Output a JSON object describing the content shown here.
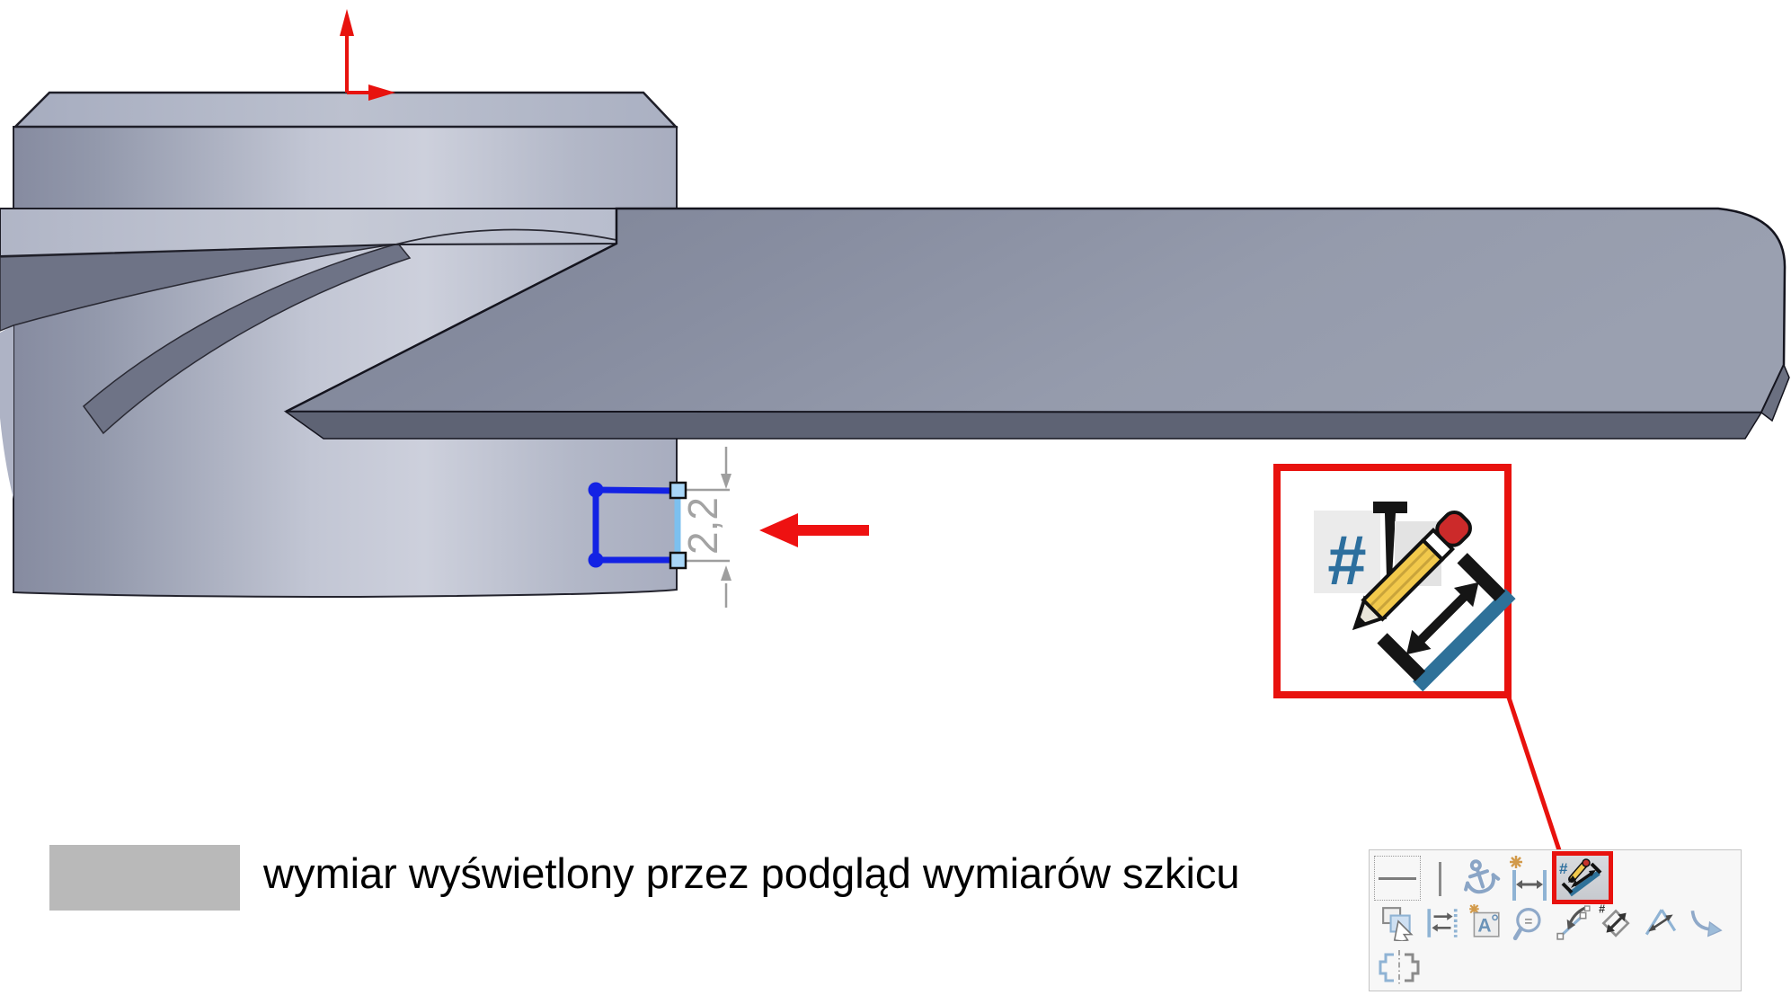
{
  "scene": {
    "dimension_value": "2,2",
    "model": "propeller-hub-with-blades",
    "sketch": "rectangle-profile-on-hub-edge"
  },
  "legend": {
    "label": "wymiar wyświetlony przez podgląd wymiarów szkicu",
    "swatch_color": "#b9b9b9"
  },
  "callout": {
    "icon": "sketch-dimension-preview-icon",
    "accent_color": "#e8120e"
  },
  "toolbar": {
    "active_item": "sketch-dimension-preview",
    "row1": [
      "dimension-line-sample",
      "divider-line",
      "anchor-dimension",
      "autodimension",
      "sketch-dimension-preview"
    ],
    "row2": [
      "select-multiple",
      "flip-dimension-arrows",
      "dimension-text",
      "zoom-to-equation",
      "modify-sketch",
      "ordinate-dimension",
      "angle-dimension",
      "arc-length-dimension"
    ],
    "row3": [
      "symmetric-dimension"
    ]
  },
  "colors": {
    "sketch_blue": "#1322e4",
    "sketch_selected_edge": "#7cc0ef",
    "handle_fill": "#a8d6f7",
    "dimension_gray": "#9e9e9e",
    "accent_red": "#e8120e",
    "part_light": "#c2c6d4",
    "part_shadow": "#6e7386",
    "blade_gray": "#8a90a3",
    "icon_blue": "#2d6f9e",
    "pencil_yellow": "#f2c94c"
  }
}
